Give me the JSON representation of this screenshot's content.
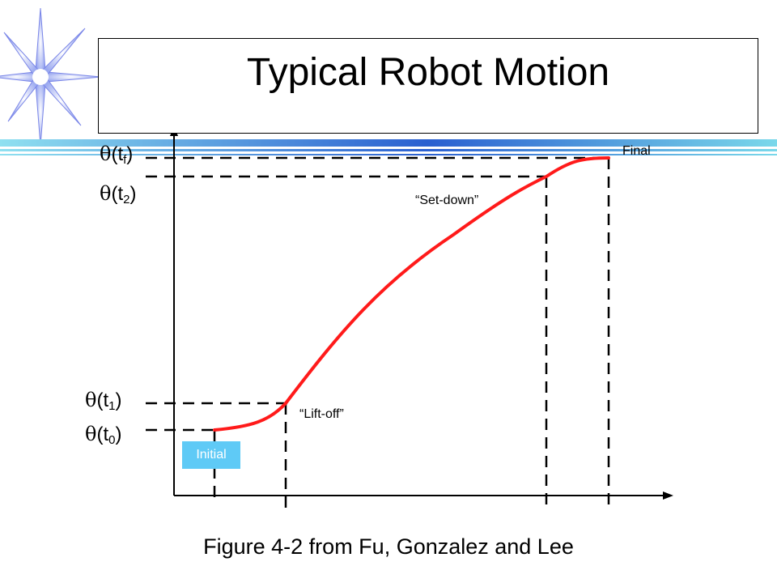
{
  "slide": {
    "title": "Typical Robot Motion",
    "caption": "Figure 4-2 from Fu, Gonzalez and Lee"
  },
  "diagram": {
    "y_labels": {
      "t_f": {
        "theta": "θ",
        "open": "(t",
        "sub": "f",
        "close": ")"
      },
      "t_2": {
        "theta": "θ",
        "open": "(t",
        "sub": "2",
        "close": ")"
      },
      "t_1": {
        "theta": "θ",
        "open": "(t",
        "sub": "1",
        "close": ")"
      },
      "t_0": {
        "theta": "θ",
        "open": "(t",
        "sub": "0",
        "close": ")"
      }
    },
    "annotations": {
      "final": "Final",
      "set_down": "“Set-down”",
      "lift_off": "“Lift-off”",
      "initial": "Initial"
    }
  },
  "colors": {
    "curve": "#ff1a1a",
    "initial_box": "#5fcaf6",
    "band_dark": "#2a5fd0",
    "band_light": "#7ad8ea"
  },
  "icons": [
    "starburst-icon"
  ]
}
